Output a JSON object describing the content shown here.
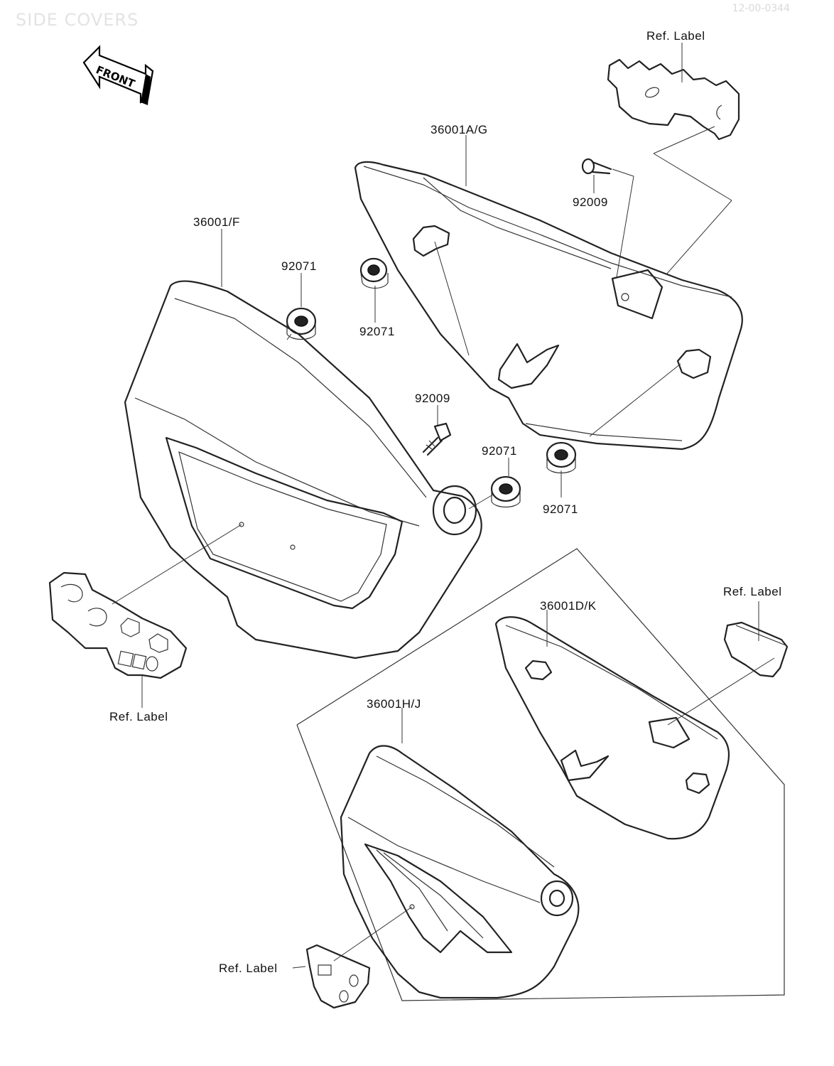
{
  "header": {
    "title": "SIDE COVERS",
    "code": "12-00-0344"
  },
  "front_arrow": "FRONT",
  "labels": {
    "ref_label_top": "Ref. Label",
    "part_36001ag": "36001A/G",
    "part_92009_top": "92009",
    "part_36001f": "36001/F",
    "part_92071_a": "92071",
    "part_92071_b": "92071",
    "part_92009_mid": "92009",
    "part_92071_c": "92071",
    "part_92071_d": "92071",
    "ref_label_left": "Ref. Label",
    "ref_label_right": "Ref. Label",
    "part_36001dk": "36001D/K",
    "part_36001hj": "36001H/J",
    "ref_label_bottom": "Ref. Label"
  }
}
